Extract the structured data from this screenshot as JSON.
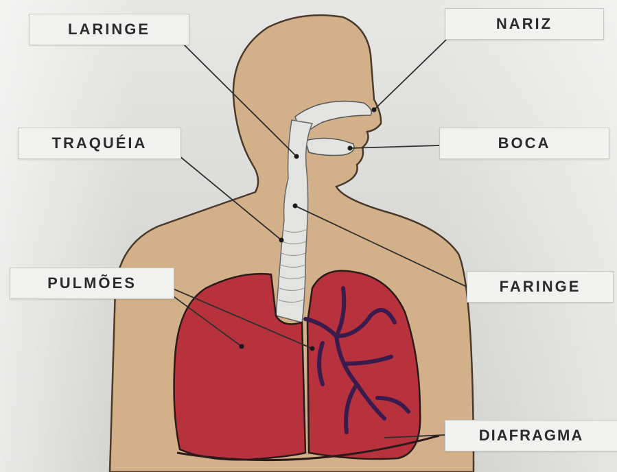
{
  "labels": {
    "laringe": "LARINGE",
    "nariz": "NARIZ",
    "traqueia": "TRAQUÉIA",
    "boca": "BOCA",
    "pulmoes": "PULMÕES",
    "faringe": "FARINGE",
    "diafragma": "DIAFRAGMA"
  },
  "colors": {
    "skin": "#d2b08a",
    "lung": "#b7323c",
    "airway": "#e3e3e1",
    "bronchi": "#3a1b4e",
    "outline": "#3a3a3a"
  }
}
